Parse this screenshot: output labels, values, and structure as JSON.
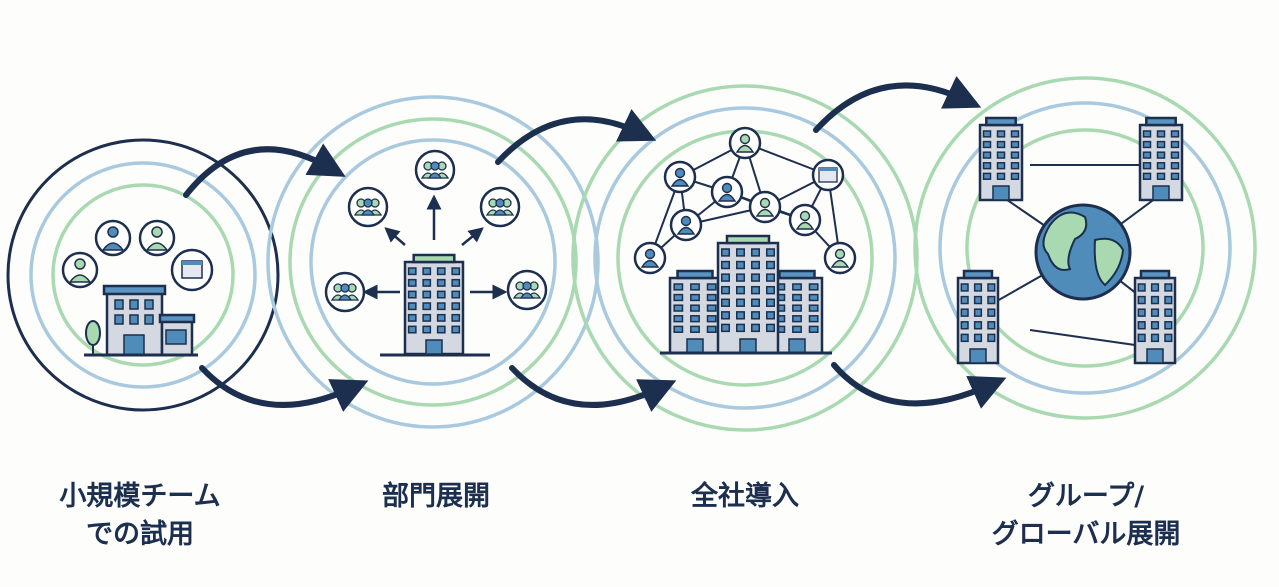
{
  "title": "導入ステップ",
  "stages": [
    {
      "label_line1": "小規模チーム",
      "label_line2": "での試用"
    },
    {
      "label_line1": "部門展開",
      "label_line2": ""
    },
    {
      "label_line1": "全社導入",
      "label_line2": ""
    },
    {
      "label_line1": "グループ/",
      "label_line2": "グローバル展開"
    }
  ],
  "colors": {
    "navy": "#1d2f4f",
    "blue": "#a9c9df",
    "green": "#a9d9b1",
    "accent": "#4f8cb9"
  }
}
